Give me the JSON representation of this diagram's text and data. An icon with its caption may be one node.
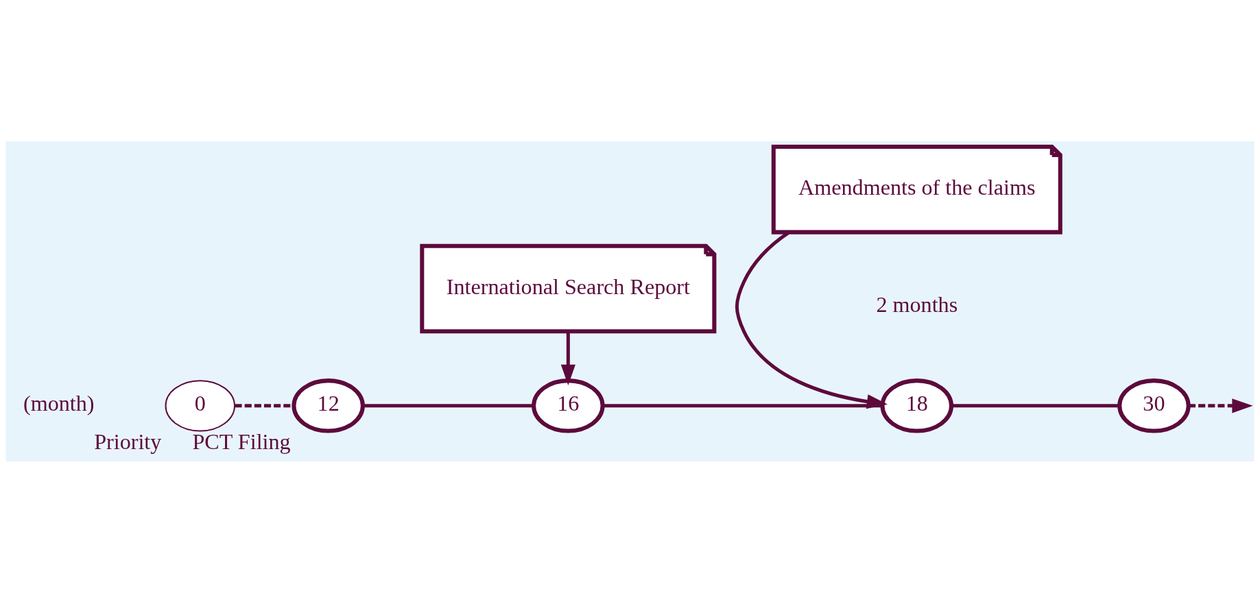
{
  "diagram": {
    "nodes": [
      {
        "text": [
          "0"
        ],
        "beside": [
          "Priority"
        ]
      },
      {
        "text": [
          "12"
        ],
        "beside": [
          "PCT Filing"
        ]
      },
      {
        "text": [
          "16"
        ]
      },
      {
        "text": [
          "18"
        ]
      },
      {
        "text": [
          "30"
        ]
      },
      {
        "text": [
          "International Search Report"
        ]
      },
      {
        "text": [
          "Amendments of the claims"
        ]
      }
    ],
    "edges": [
      {
        "from": 0,
        "to": 1,
        "arrow": "none",
        "style": "dashed"
      },
      {
        "from": 1,
        "to": 2,
        "arrow": "none"
      },
      {
        "from": 2,
        "to": 3,
        "arrow": "none"
      },
      {
        "from": 3,
        "to": 4,
        "arrow": "none"
      },
      {
        "from": 4,
        "to": null,
        "arrow": "to",
        "style": "dashed"
      },
      {
        "from": 5,
        "to": 2,
        "arrow": "to"
      },
      {
        "from": 6,
        "to": 3,
        "arrow": "to"
      }
    ],
    "labels": [
      "(month)",
      "2 months"
    ]
  }
}
